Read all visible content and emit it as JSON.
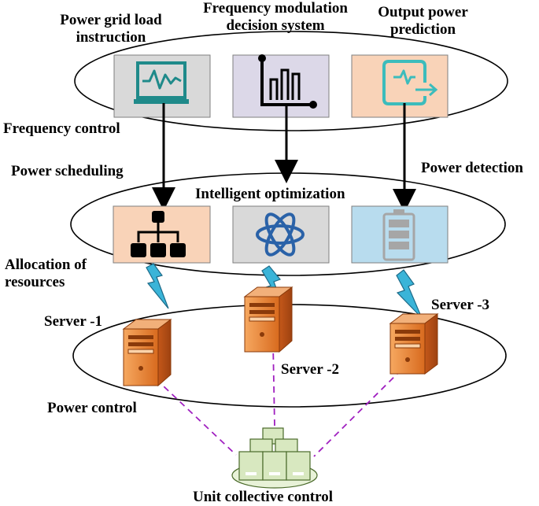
{
  "top_row": {
    "grid_load_label": "Power grid load\ninstruction",
    "fm_decision_label": "Frequency modulation\ndecision system",
    "output_prediction_label": "Output power\nprediction"
  },
  "side_labels": {
    "frequency_control": "Frequency control",
    "power_scheduling": "Power scheduling",
    "power_detection": "Power detection",
    "allocation": "Allocation of\nresources",
    "power_control": "Power control"
  },
  "middle_row": {
    "title": "Intelligent optimization"
  },
  "servers": {
    "server1": "Server -1",
    "server2": "Server -2",
    "server3": "Server -3"
  },
  "bottom": {
    "unit_label": "Unit collective control"
  },
  "colors": {
    "box_gray": "#d9d9d9",
    "box_lavender": "#dcd8e8",
    "box_peach": "#f9d3b8",
    "box_lightblue": "#b8dcee",
    "icon_teal": "#1f8a8a",
    "icon_cyan": "#3cbcbc",
    "atom_blue": "#2a62a8",
    "lightning": "#3ab4d8",
    "server_orange": "#e07a2e",
    "dashed_purple": "#a020c0",
    "stack_green": "#d8e8c0"
  }
}
